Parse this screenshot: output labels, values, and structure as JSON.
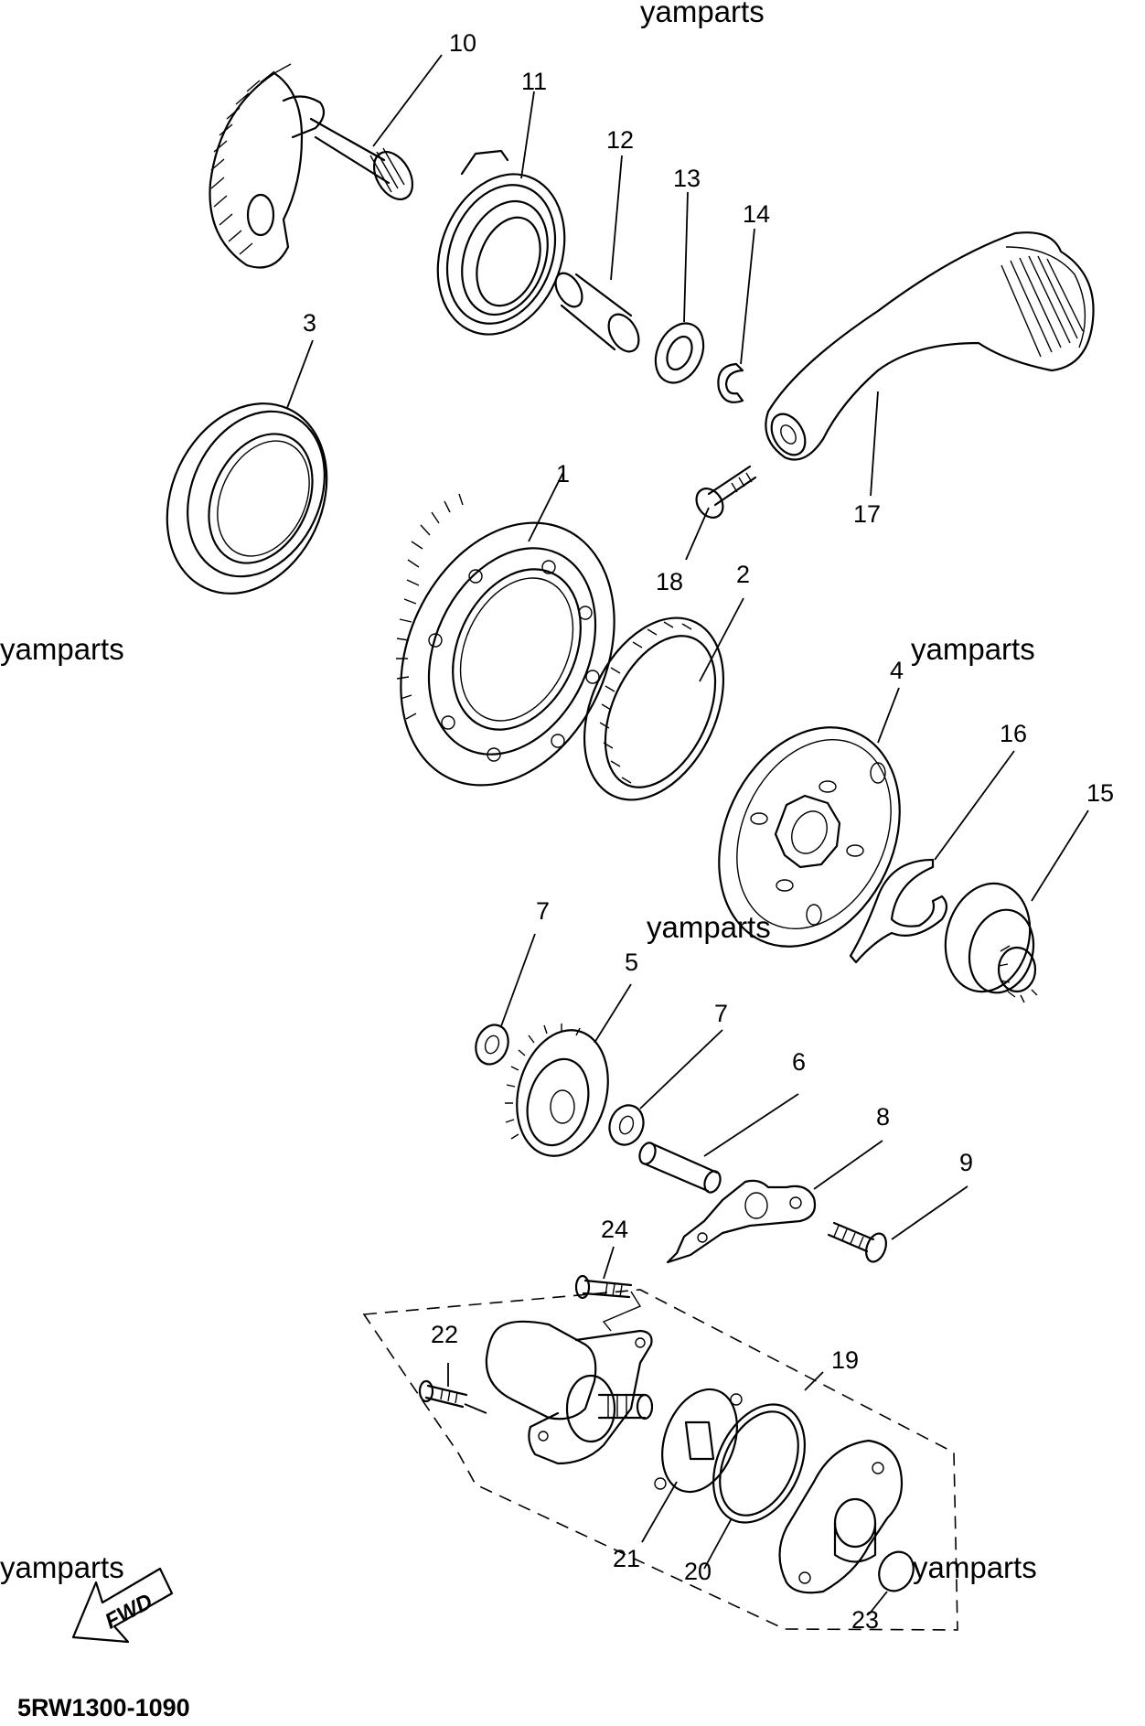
{
  "diagram": {
    "drawing_code": "5RW1300-1090",
    "watermark_text": "yamparts",
    "fwd_label": "FWD",
    "part_numbers": [
      "1",
      "2",
      "3",
      "4",
      "5",
      "6",
      "7",
      "7",
      "8",
      "9",
      "10",
      "11",
      "12",
      "13",
      "14",
      "15",
      "16",
      "17",
      "18",
      "19",
      "20",
      "21",
      "22",
      "23",
      "24"
    ]
  }
}
